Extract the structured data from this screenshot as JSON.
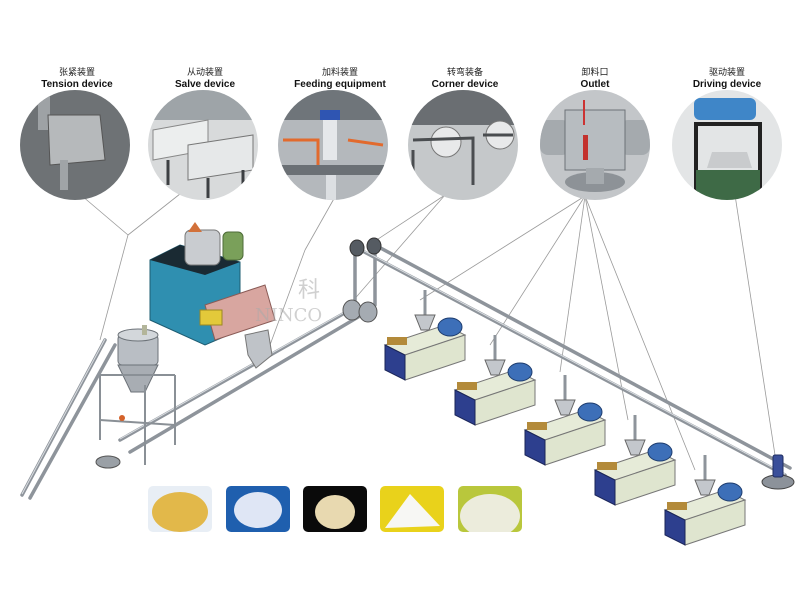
{
  "diagram": {
    "title": "Vacuum conveying / feeding system for extrusion lines",
    "callouts": [
      {
        "id": "tension",
        "cn": "张紧装置",
        "en": "Tension device",
        "icon": "tension-device-photo"
      },
      {
        "id": "salve",
        "cn": "从动装置",
        "en": "Salve device",
        "icon": "salve-device-photo"
      },
      {
        "id": "feeding",
        "cn": "加料装置",
        "en": "Feeding equipment",
        "icon": "feeding-equipment-photo"
      },
      {
        "id": "corner",
        "cn": "转弯装备",
        "en": "Corner device",
        "icon": "corner-device-photo"
      },
      {
        "id": "outlet",
        "cn": "卸料口",
        "en": "Outlet",
        "icon": "outlet-photo"
      },
      {
        "id": "driving",
        "cn": "驱动装置",
        "en": "Driving device",
        "icon": "driving-device-photo"
      }
    ],
    "components": {
      "mixer": "hot-cold-mixer-unit",
      "hopper": "storage-silo",
      "conveyor": "tube-chain-conveyor",
      "extruders": [
        "extruder-1",
        "extruder-2",
        "extruder-3",
        "extruder-4",
        "extruder-5"
      ],
      "drive": "conveyor-drive-motor"
    },
    "watermark": {
      "cn": "科",
      "en": "NINCO"
    },
    "material_samples": [
      {
        "name": "yellow-granules",
        "bg": "#e8eef5",
        "fg": "#e2b84a"
      },
      {
        "name": "clear-pellets",
        "bg": "#1f5fae",
        "fg": "#dfe6f5"
      },
      {
        "name": "beige-powder",
        "bg": "#0a0a0a",
        "fg": "#e8d9b0"
      },
      {
        "name": "white-powder",
        "bg": "#e9d21b",
        "fg": "#f7f7f4"
      },
      {
        "name": "fine-granular",
        "bg": "#b9c73c",
        "fg": "#ececdc"
      }
    ]
  }
}
